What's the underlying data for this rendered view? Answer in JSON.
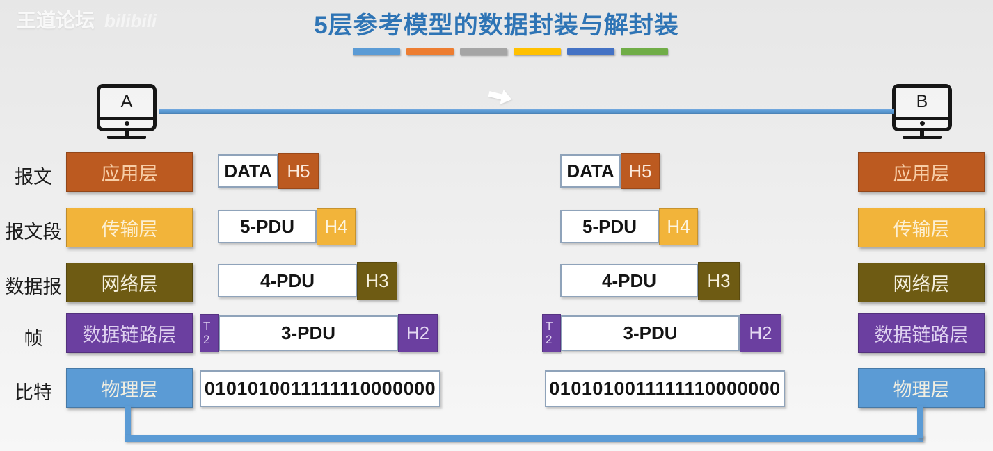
{
  "watermark": {
    "brand": "王道论坛",
    "platform": "bilibili"
  },
  "title": {
    "text": "5层参考模型的数据封装与解封装",
    "color": "#2E74B5"
  },
  "divider": {
    "colors": [
      "#5B9BD5",
      "#ED7D31",
      "#A5A5A5",
      "#FFC000",
      "#4472C4",
      "#70AD47"
    ]
  },
  "hosts": {
    "left": "A",
    "right": "B"
  },
  "palette": {
    "application": "#BC5A20",
    "transport": "#F2B43A",
    "network": "#6E5B13",
    "datalink": "#6B3FA0",
    "physical": "#5B9BD5",
    "link_line": "#5B9BD5"
  },
  "rows": [
    {
      "unit": "报文",
      "layer": "应用层",
      "payload": "DATA",
      "header": "H5"
    },
    {
      "unit": "报文段",
      "layer": "传输层",
      "payload": "5-PDU",
      "header": "H4"
    },
    {
      "unit": "数据报",
      "layer": "网络层",
      "payload": "4-PDU",
      "header": "H3"
    },
    {
      "unit": "帧",
      "layer": "数据链路层",
      "payload": "3-PDU",
      "header": "H2",
      "trailer_line1": "T",
      "trailer_line2": "2"
    },
    {
      "unit": "比特",
      "layer": "物理层",
      "bits": "0101010011111110000000"
    }
  ]
}
